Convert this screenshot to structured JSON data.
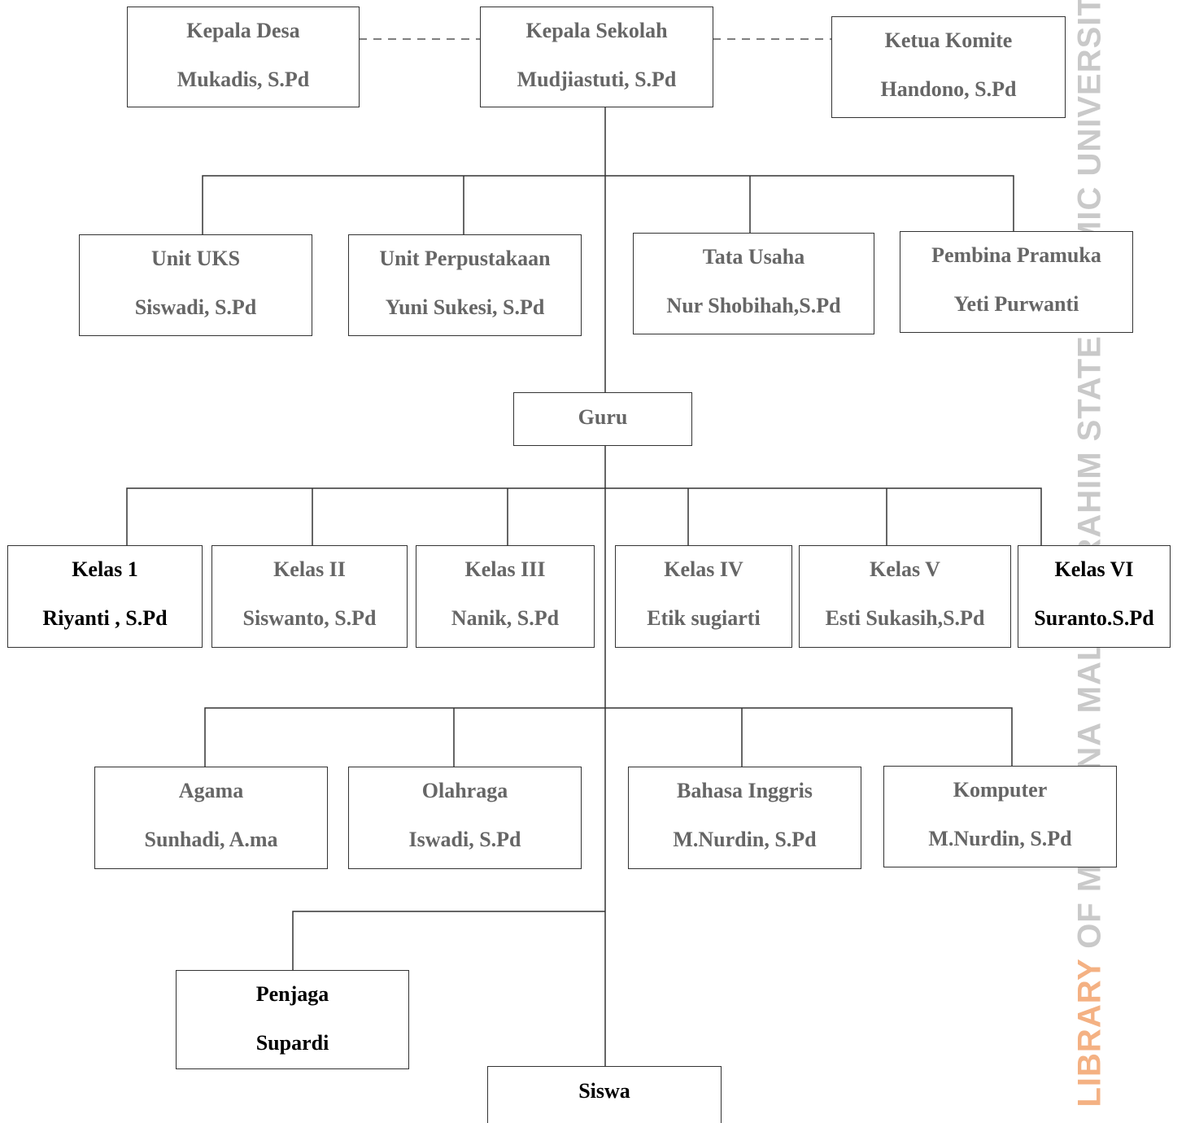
{
  "kepala_desa": {
    "title": "Kepala Desa",
    "name": "Mukadis, S.Pd"
  },
  "kepala_sekolah": {
    "title": "Kepala Sekolah",
    "name": "Mudjiastuti, S.Pd"
  },
  "ketua_komite": {
    "title": "Ketua Komite",
    "name": "Handono, S.Pd"
  },
  "units": [
    {
      "title": "Unit UKS",
      "name": "Siswadi, S.Pd"
    },
    {
      "title": "Unit Perpustakaan",
      "name": "Yuni Sukesi, S.Pd"
    },
    {
      "title": "Tata Usaha",
      "name": "Nur Shobihah,S.Pd"
    },
    {
      "title": "Pembina Pramuka",
      "name": "Yeti Purwanti"
    }
  ],
  "guru": "Guru",
  "kelas": [
    {
      "title": "Kelas 1",
      "name": "Riyanti , S.Pd"
    },
    {
      "title": "Kelas II",
      "name": "Siswanto, S.Pd"
    },
    {
      "title": "Kelas III",
      "name": "Nanik, S.Pd"
    },
    {
      "title": "Kelas IV",
      "name": "Etik sugiarti"
    },
    {
      "title": "Kelas V",
      "name": "Esti Sukasih,S.Pd"
    },
    {
      "title": "Kelas VI",
      "name": "Suranto.S.Pd"
    }
  ],
  "mapel": [
    {
      "title": "Agama",
      "name": "Sunhadi, A.ma"
    },
    {
      "title": "Olahraga",
      "name": "Iswadi, S.Pd"
    },
    {
      "title": "Bahasa Inggris",
      "name": "M.Nurdin, S.Pd"
    },
    {
      "title": "Komputer",
      "name": "M.Nurdin, S.Pd"
    }
  ],
  "penjaga": {
    "title": "Penjaga",
    "name": "Supardi"
  },
  "siswa": "Siswa",
  "watermark": {
    "part1": "LIBRARY",
    "part2": " OF MAULANA MALIK IBRAHIM STATE ISLAMIC UNIVERSITY",
    "accent_color": "#f4b183",
    "gray_color": "#c9c9c9"
  }
}
